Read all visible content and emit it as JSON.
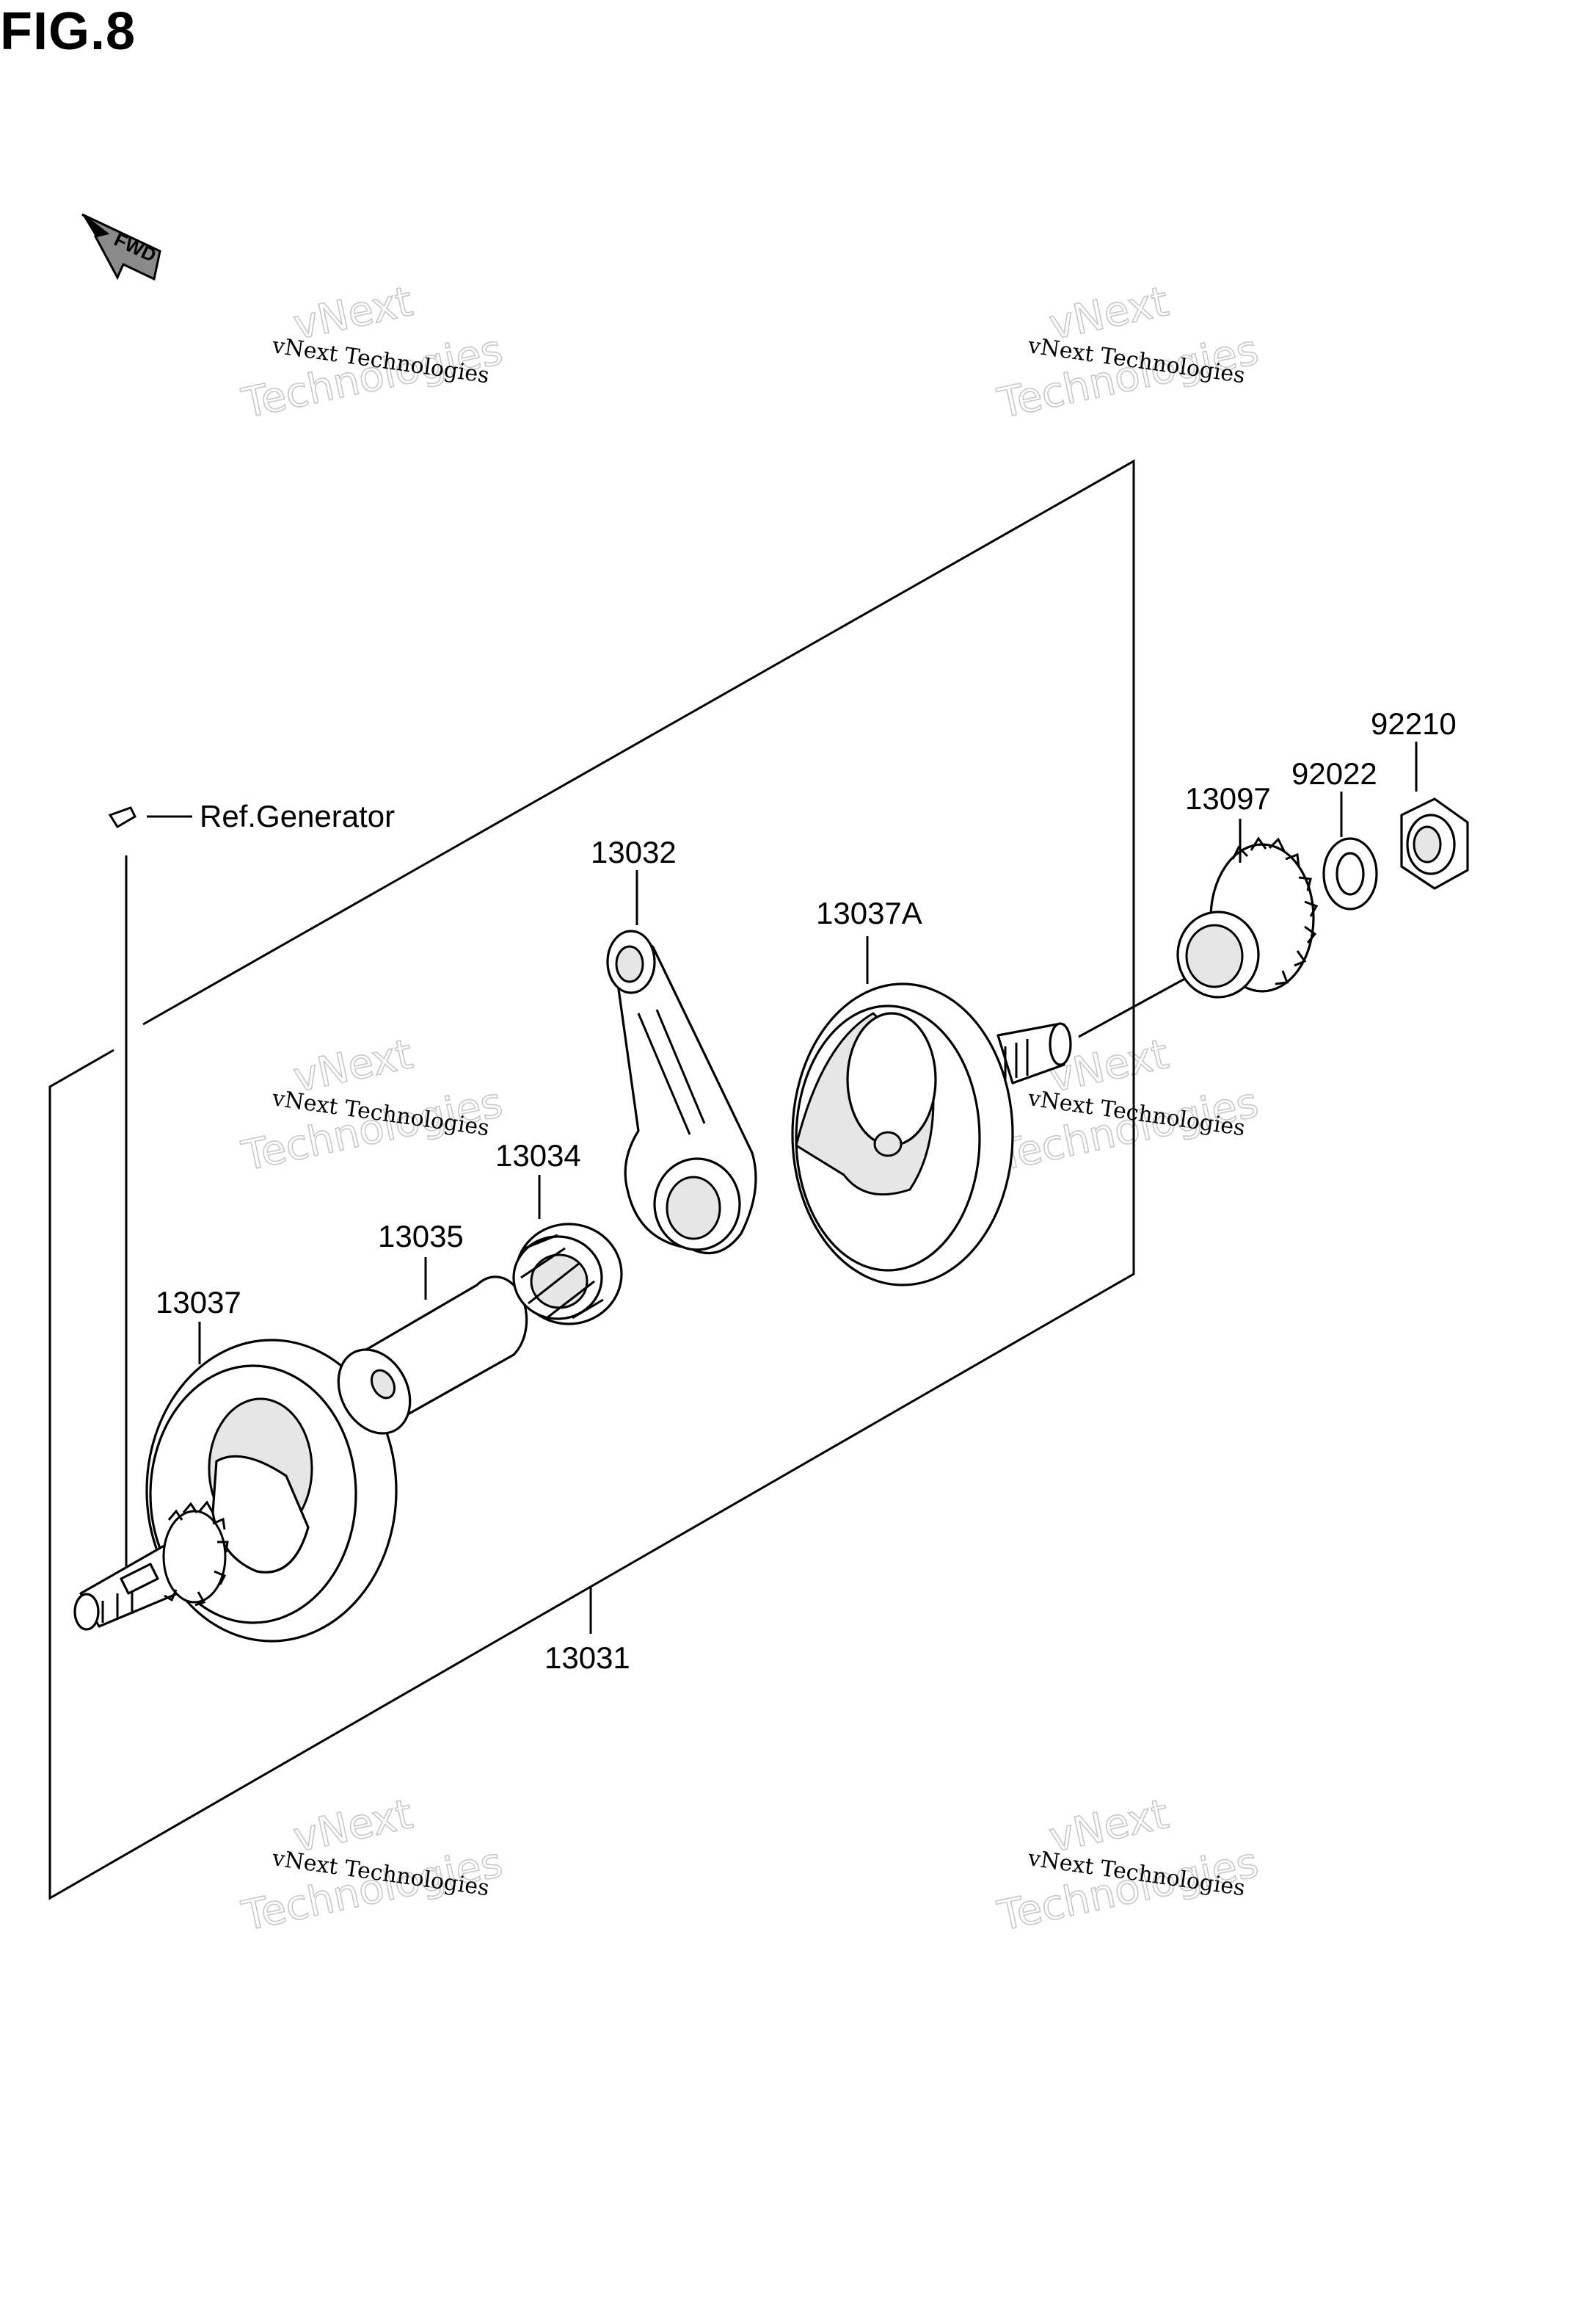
{
  "figure": {
    "title": "FIG.8"
  },
  "fwd_arrow": {
    "label": "FWD"
  },
  "reference": {
    "label": "Ref.Generator"
  },
  "parts": [
    {
      "number": "92210"
    },
    {
      "number": "92022"
    },
    {
      "number": "13097"
    },
    {
      "number": "13032"
    },
    {
      "number": "13037A"
    },
    {
      "number": "13034"
    },
    {
      "number": "13035"
    },
    {
      "number": "13037"
    },
    {
      "number": "13031"
    }
  ],
  "watermark": {
    "line1": "vNext Technologies",
    "line2": "vNext",
    "line3": "Technologies"
  }
}
